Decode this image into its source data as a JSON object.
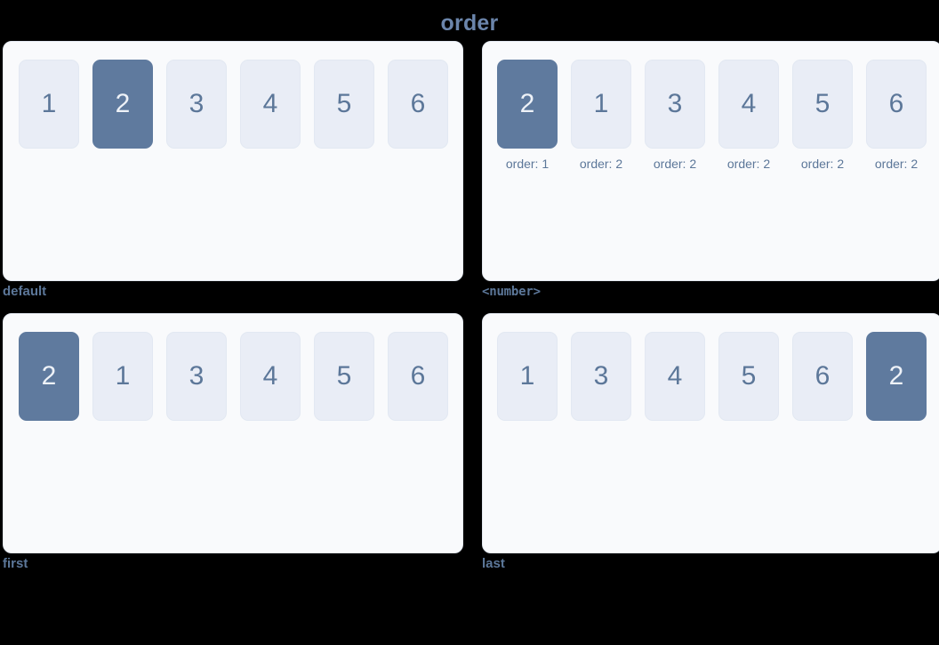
{
  "title": "order",
  "colors": {
    "background": "#000000",
    "panel_bg": "#f9fafc",
    "tile_bg": "#e9edf6",
    "tile_active_bg": "#5f7a9e",
    "text": "#5c7799",
    "title": "#6b85ab"
  },
  "panels": [
    {
      "caption": "default",
      "caption_style": "plain",
      "items": [
        {
          "label": "1",
          "active": false,
          "order_label": null
        },
        {
          "label": "2",
          "active": true,
          "order_label": null
        },
        {
          "label": "3",
          "active": false,
          "order_label": null
        },
        {
          "label": "4",
          "active": false,
          "order_label": null
        },
        {
          "label": "5",
          "active": false,
          "order_label": null
        },
        {
          "label": "6",
          "active": false,
          "order_label": null
        }
      ]
    },
    {
      "caption": "<number>",
      "caption_style": "mono",
      "items": [
        {
          "label": "2",
          "active": true,
          "order_label": "order: 1"
        },
        {
          "label": "1",
          "active": false,
          "order_label": "order: 2"
        },
        {
          "label": "3",
          "active": false,
          "order_label": "order: 2"
        },
        {
          "label": "4",
          "active": false,
          "order_label": "order: 2"
        },
        {
          "label": "5",
          "active": false,
          "order_label": "order: 2"
        },
        {
          "label": "6",
          "active": false,
          "order_label": "order: 2"
        }
      ]
    },
    {
      "caption": "first",
      "caption_style": "plain",
      "items": [
        {
          "label": "2",
          "active": true,
          "order_label": null
        },
        {
          "label": "1",
          "active": false,
          "order_label": null
        },
        {
          "label": "3",
          "active": false,
          "order_label": null
        },
        {
          "label": "4",
          "active": false,
          "order_label": null
        },
        {
          "label": "5",
          "active": false,
          "order_label": null
        },
        {
          "label": "6",
          "active": false,
          "order_label": null
        }
      ]
    },
    {
      "caption": "last",
      "caption_style": "plain",
      "items": [
        {
          "label": "1",
          "active": false,
          "order_label": null
        },
        {
          "label": "3",
          "active": false,
          "order_label": null
        },
        {
          "label": "4",
          "active": false,
          "order_label": null
        },
        {
          "label": "5",
          "active": false,
          "order_label": null
        },
        {
          "label": "6",
          "active": false,
          "order_label": null
        },
        {
          "label": "2",
          "active": true,
          "order_label": null
        }
      ]
    }
  ]
}
